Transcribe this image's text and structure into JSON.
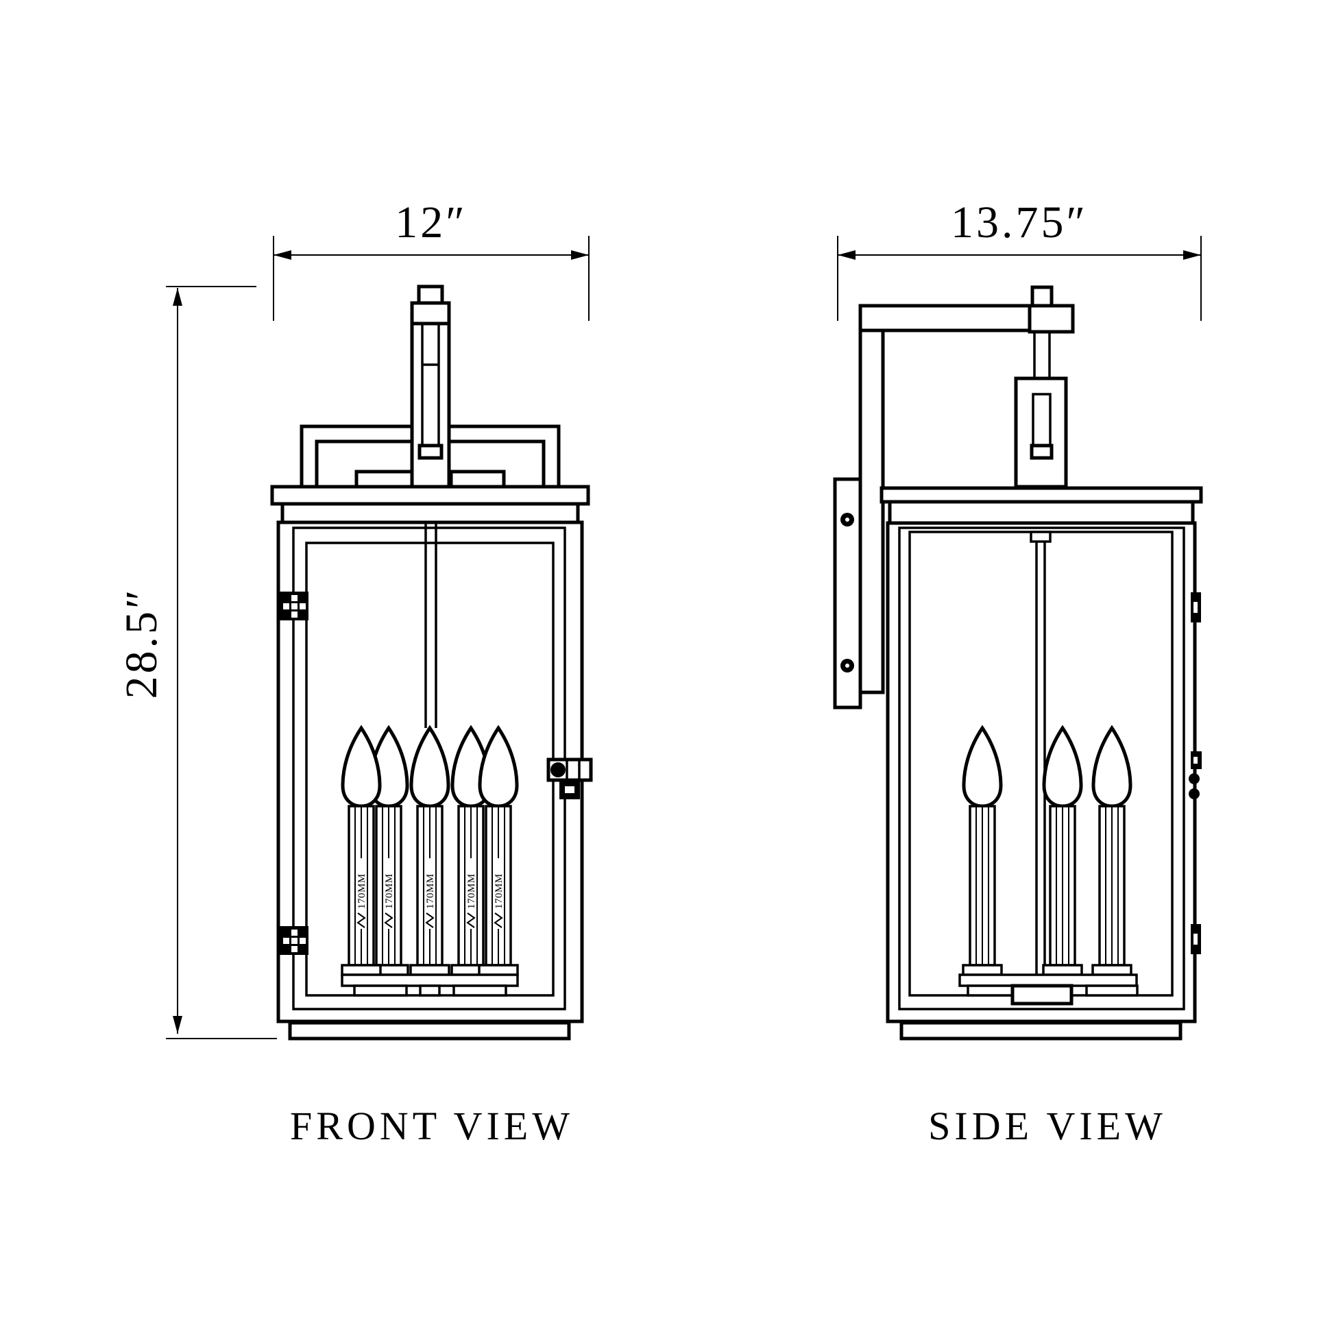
{
  "drawing": {
    "background": "#ffffff",
    "ink": "#000000",
    "front": {
      "title": "FRONT VIEW",
      "width_dim": "12″",
      "height_dim": "28.5″",
      "bulb_label": "170MM",
      "bulb_count": 5
    },
    "side": {
      "title": "SIDE VIEW",
      "width_dim": "13.75″",
      "bulb_count": 3
    }
  }
}
